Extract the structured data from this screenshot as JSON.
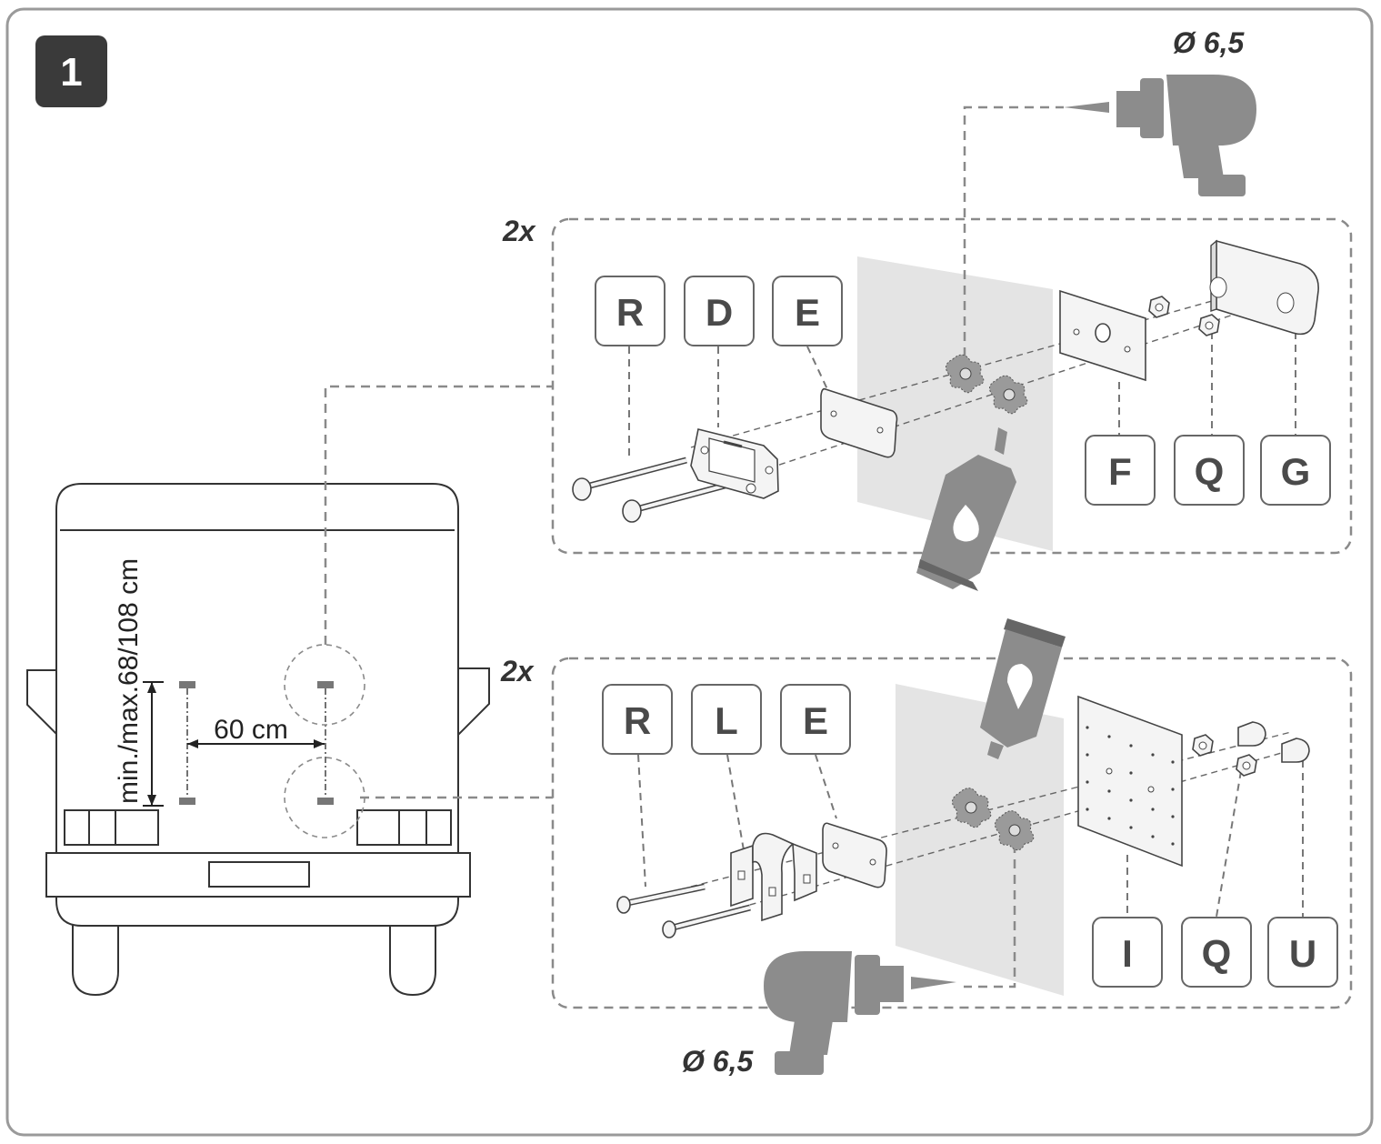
{
  "step": {
    "number": "1"
  },
  "top_group": {
    "multiplier": "2x",
    "drill_diameter": "Ø 6,5",
    "labels_left": [
      "R",
      "D",
      "E"
    ],
    "labels_right": [
      "F",
      "Q",
      "G"
    ]
  },
  "bottom_group": {
    "multiplier": "2x",
    "drill_diameter": "Ø 6,5",
    "labels_left": [
      "R",
      "L",
      "E"
    ],
    "labels_right": [
      "I",
      "Q",
      "U"
    ]
  },
  "vehicle": {
    "height_dimension": "min./max.68/108 cm",
    "width_dimension": "60 cm"
  },
  "colors": {
    "frame": "#999999",
    "badge": "#3a3a3a",
    "drill": "#8c8c8c",
    "wall": "#e4e4e4"
  }
}
